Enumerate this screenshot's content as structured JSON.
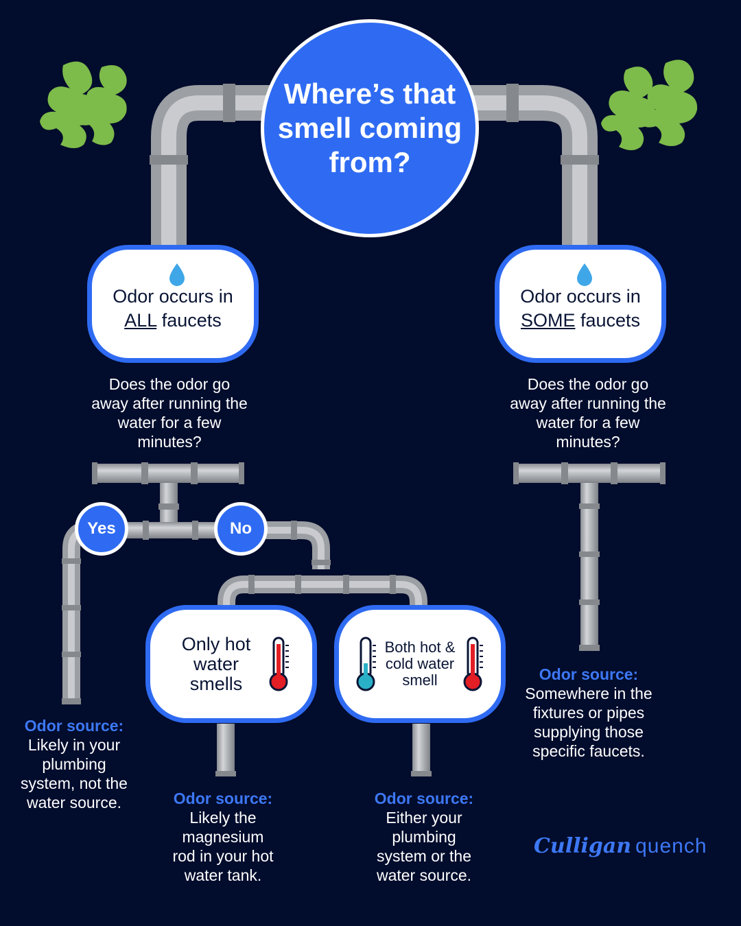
{
  "title": "Where’s that\nsmell coming\nfrom?",
  "left_box": {
    "prefix": "Odor occurs in",
    "emph": "ALL",
    "suffix": " faucets"
  },
  "right_box": {
    "prefix": "Odor occurs in",
    "emph": "SOME",
    "suffix": " faucets"
  },
  "left_question": "Does the odor go away after running the water for a few minutes?",
  "right_question": "Does the odor go away after running the water for a few minutes?",
  "yes_label": "Yes",
  "no_label": "No",
  "hot_box": "Only hot water smells",
  "both_box": "Both hot & cold water smell",
  "source_label": "Odor source:",
  "sources": {
    "yes": "Likely in your plumbing system, not the water source.",
    "hot": "Likely the magnesium rod in your hot water tank.",
    "both": "Either your plumbing system or the water source.",
    "some": "Somewhere in the fixtures or pipes supplying those specific faucets."
  },
  "logo": {
    "brand": "Culligan",
    "product": "quench"
  },
  "colors": {
    "background": "#020c2c",
    "accent": "#2f6bf2",
    "pipe": "#a6a9ad",
    "smell": "#7dbb4a"
  },
  "icons": [
    "smell-cloud-icon",
    "water-drop-icon",
    "thermometer-hot-icon",
    "thermometer-cold-icon"
  ]
}
